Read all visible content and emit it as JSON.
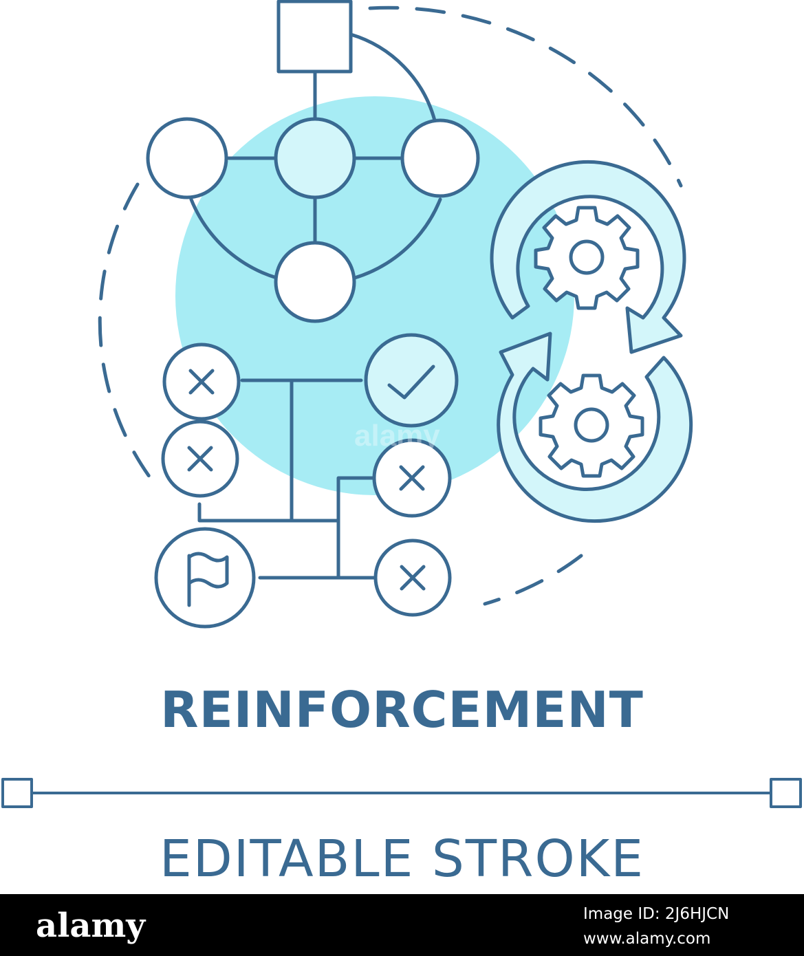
{
  "concept_title": "REINFORCEMENT",
  "editable_label": "EDITABLE STROKE",
  "footer": {
    "logo_text": "alamy",
    "image_id": "Image ID: 2J6HJCN",
    "url": "www.alamy.com"
  },
  "colors": {
    "stroke": "#3a6a92",
    "accent_fill": "#a7ecf4",
    "light_fill": "#d3f6fa",
    "background": "#ffffff",
    "footer_background": "#000000"
  },
  "icons": [
    "decision-tree-icon",
    "check-mark-icon",
    "cross-mark-icon",
    "flag-icon",
    "gear-icon",
    "cycle-arrows-icon",
    "editable-stroke-handle-icon"
  ]
}
